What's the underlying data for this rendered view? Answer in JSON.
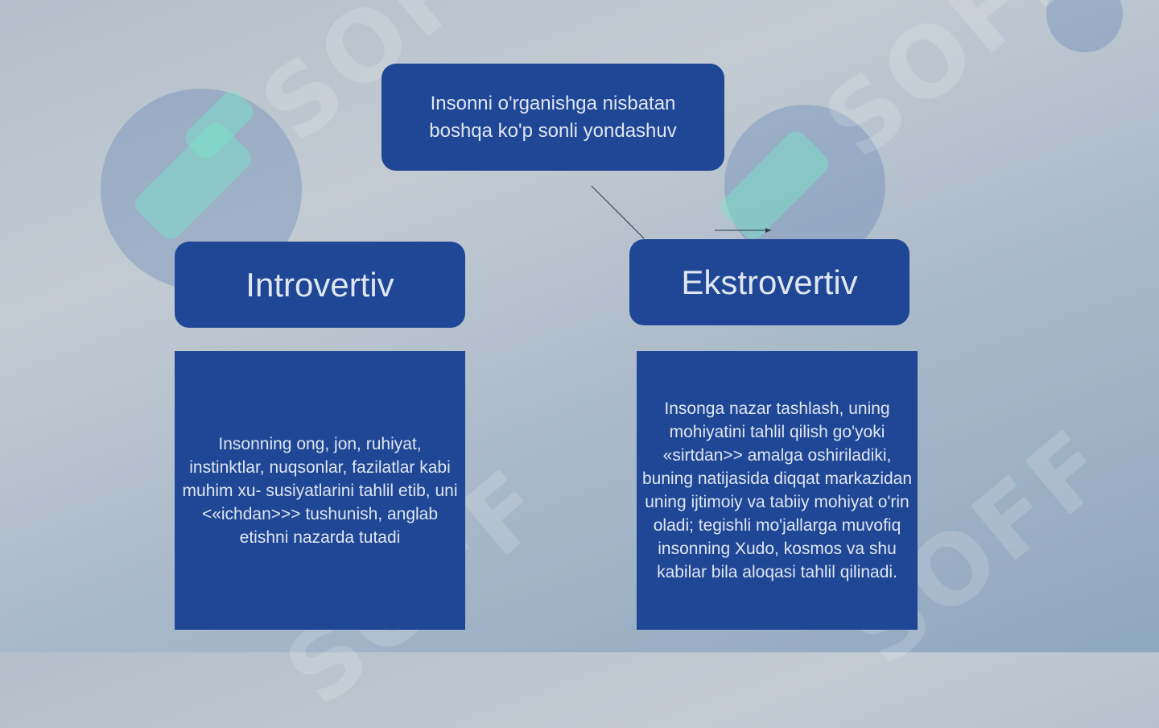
{
  "diagram": {
    "root": {
      "text": "Insonni o'rganishga nisbatan boshqa ko'p sonli yondashuv"
    },
    "branches": [
      {
        "title": "Introvertiv",
        "description": "Insonning ong, jon, ruhiyat, instinktlar, nuqsonlar, fazilatlar kabi muhim xu- susiyatlarini tahlil etib, uni <«ichdan>>> tushunish, anglab etishni nazarda tutadi"
      },
      {
        "title": "Ekstrovertiv",
        "description": "Insonga nazar tashlash, uning mohiyatini tahlil qilish go'yoki «sirtdan>> amalga oshiriladiki, buning natijasida diqqat markazidan uning ijtimoiy va tabiiy mohiyat o'rin oladi; tegishli mo'jallarga muvofiq insonning Xudo, kosmos va shu kabilar bila aloqasi tahlil qilinadi."
      }
    ]
  },
  "watermark": {
    "text": "SOFF"
  },
  "colors": {
    "box": "#1f4796",
    "box_text": "#dfe6f0",
    "connector": "#2a3a4a"
  }
}
